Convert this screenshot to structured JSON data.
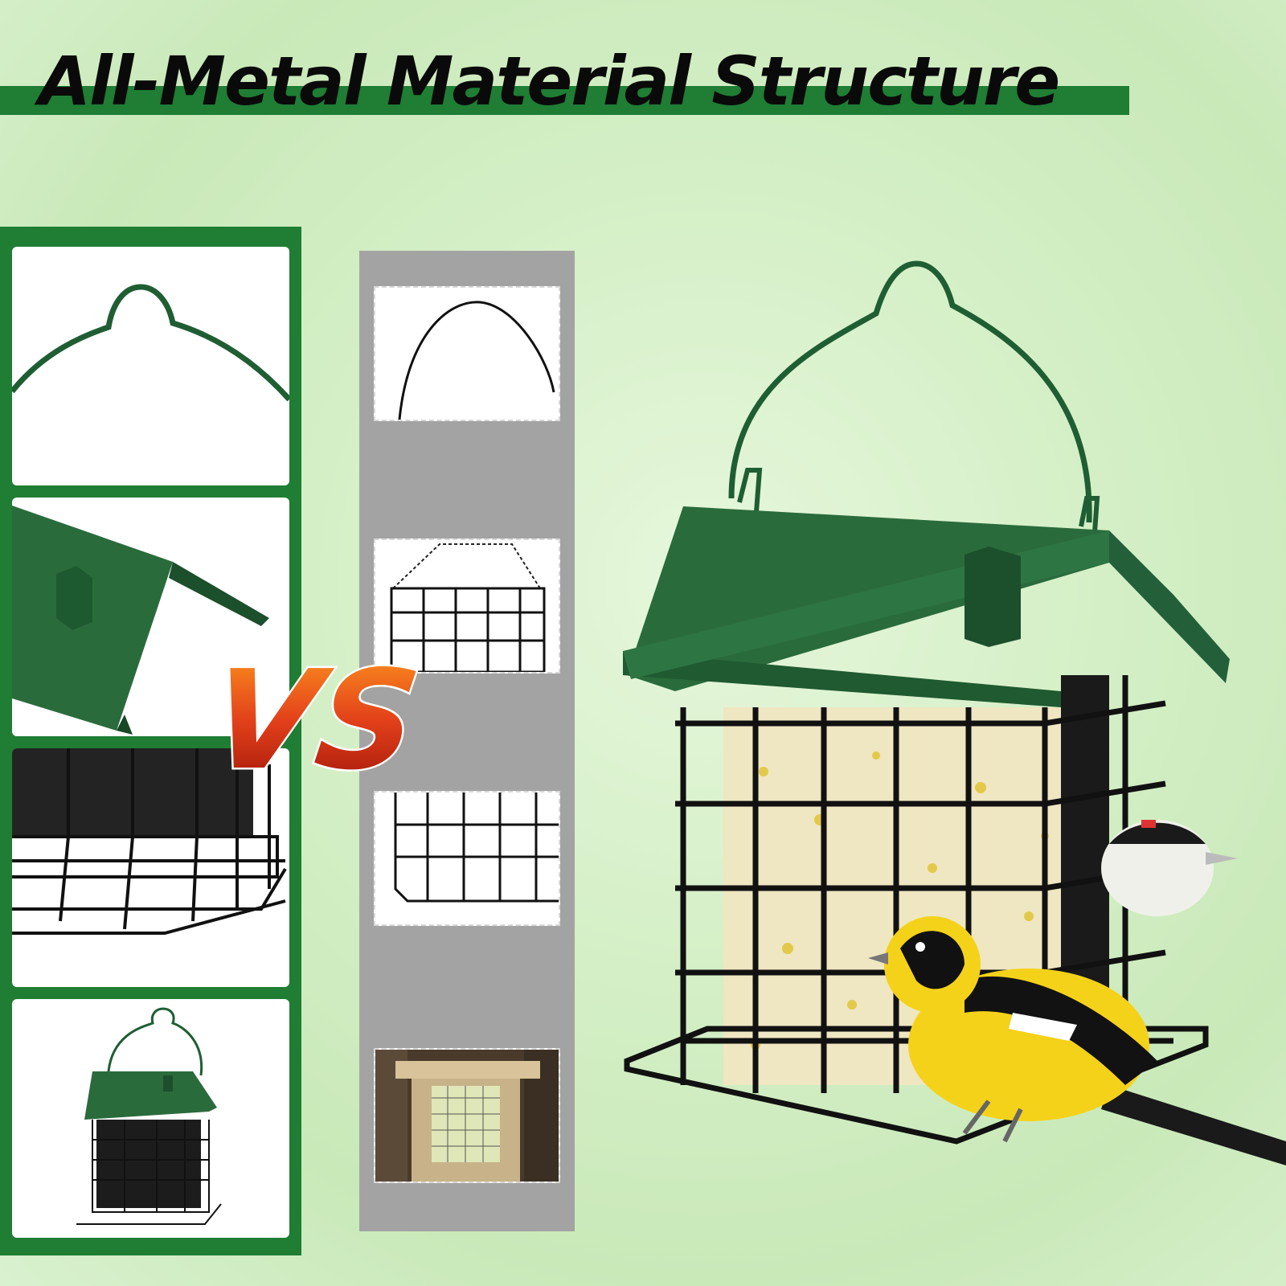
{
  "title": "All-Metal Material Structure",
  "vs_label": "VS",
  "colors": {
    "accent_green": "#1f7d34",
    "roof_green": "#2a6b3c",
    "wire_black": "#111111",
    "comparison_gray": "#a3a3a3"
  },
  "left_panels": [
    {
      "name": "green-hanger-closeup"
    },
    {
      "name": "green-roof-closeup"
    },
    {
      "name": "black-cage-closeup"
    },
    {
      "name": "full-feeder-thumbnail"
    }
  ],
  "comparison_panels": [
    {
      "name": "thin-wire-hanger"
    },
    {
      "name": "chain-hanging-cage"
    },
    {
      "name": "plain-wire-cage"
    },
    {
      "name": "wooden-suet-feeder"
    }
  ]
}
